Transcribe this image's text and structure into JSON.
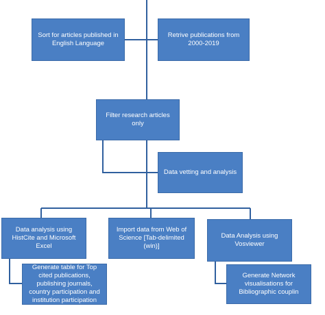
{
  "diagram": {
    "nodes": [
      {
        "id": "sort-english",
        "label": "Sort for articles published in English Language"
      },
      {
        "id": "retrieve-pubs",
        "label": "Retrive publications from 2000-2019"
      },
      {
        "id": "filter-research",
        "label": "Filter research articles only"
      },
      {
        "id": "data-vetting",
        "label": "Data vetting and analysis"
      },
      {
        "id": "histcite-analysis",
        "label": "Data analysis using HistCite and Microsoft Excel"
      },
      {
        "id": "import-wos",
        "label": "Import data from Web of Science [Tab-delimited (win)]"
      },
      {
        "id": "vosviewer-analysis",
        "label": "Data Analysis using Vosviewer"
      },
      {
        "id": "top-cited-table",
        "label": "Generate table for Top cited publications, publishing journals, country participation and institution participation"
      },
      {
        "id": "network-visualisations",
        "label": "Generate Network visualisations for Bibliographic couplin"
      }
    ],
    "colors": {
      "box_fill": "#4a7fc4",
      "box_border": "#3a6aa8",
      "text": "#ffffff",
      "connector": "#2f5f9e"
    }
  }
}
